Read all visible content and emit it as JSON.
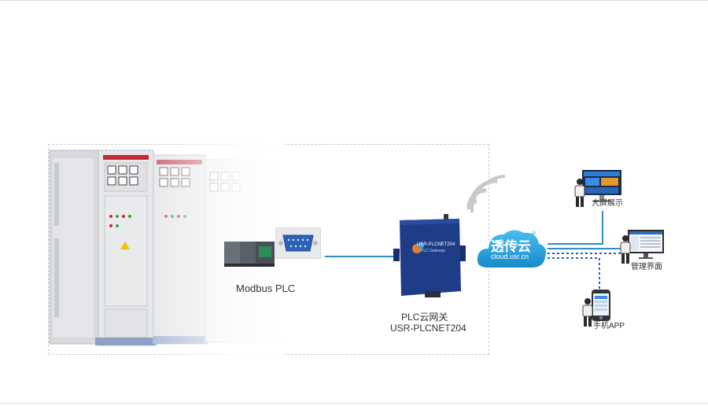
{
  "top_rule": true,
  "diagram": {
    "plc_label": "Modbus PLC",
    "gateway_label_line1": "PLC云网关",
    "gateway_label_line2": "USR-PLCNET204",
    "gateway_device_text": "USR-PLCNET204",
    "gateway_device_subtext": "PLC Gateway",
    "cloud_title": "透传云",
    "cloud_subtitle": "cloud.usr.cn",
    "cloud_reg_mark": "®",
    "endpoints": [
      {
        "label": "大屏展示",
        "link": "solid"
      },
      {
        "label": "管理界面",
        "link": "solid"
      },
      {
        "label": "手机APP",
        "link": "dotted"
      }
    ]
  },
  "colors": {
    "line_blue": "#2f8fc8",
    "dot_blue": "#2b5fb0",
    "cloud_blue": "#2aa2dc",
    "gateway_body": "#1f3c86"
  },
  "icons": [
    "cabinet-icon",
    "plc-module-icon",
    "db9-connector-icon",
    "wifi-signal-icon",
    "gateway-device-icon",
    "cloud-icon",
    "person-icon",
    "monitor-icon",
    "phone-icon"
  ]
}
